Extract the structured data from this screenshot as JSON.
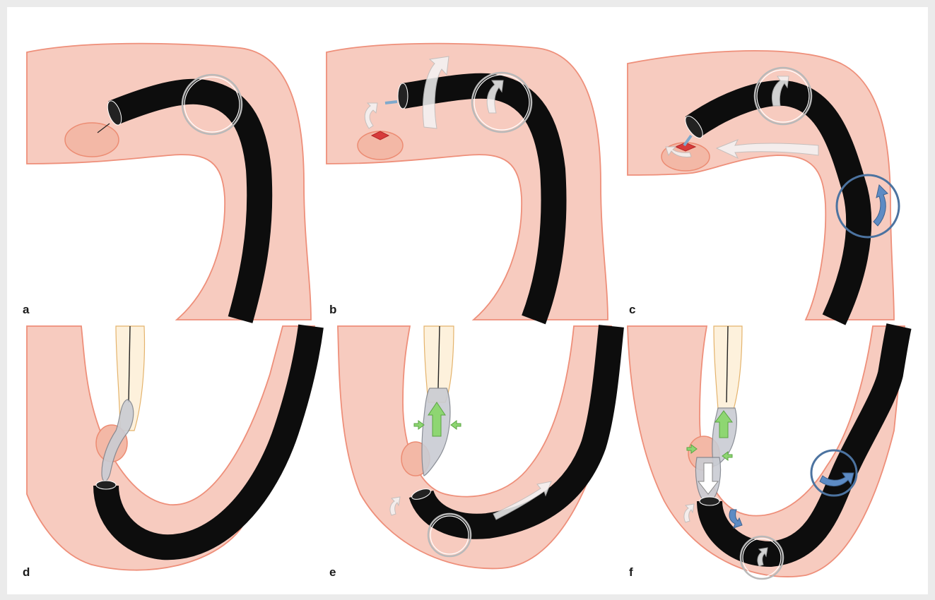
{
  "figure": {
    "panels": [
      {
        "label": "a"
      },
      {
        "label": "b"
      },
      {
        "label": "c"
      },
      {
        "label": "d"
      },
      {
        "label": "e"
      },
      {
        "label": "f"
      }
    ]
  },
  "colors": {
    "tissue": "#f7cbbf",
    "tissue_outline": "#ee8f7a",
    "endoscope": "#0d0d0d",
    "marker_ring_gray": "#b9b9b9",
    "marker_ring_blue": "#4c73a0",
    "arrow_green": "#8ed672",
    "arrow_blue": "#5d8bc4",
    "bleeding_lesion": "#d63b3b"
  },
  "icons": {
    "rotation_arrow": "curved-arrow-icon",
    "advance_arrow": "straight-arrow-icon",
    "balloon_expansion": "double-arrow-icon"
  }
}
